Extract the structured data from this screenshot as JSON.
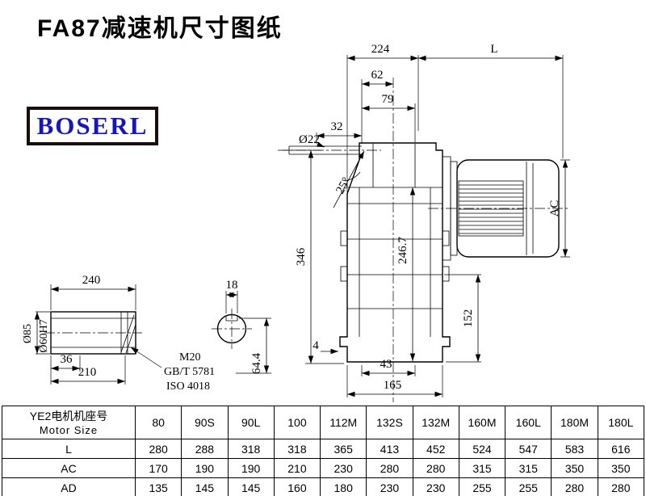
{
  "page": {
    "title": "FA87减速机尺寸图纸",
    "logo": "BOSERL"
  },
  "drawing": {
    "dims": {
      "top_width": "224",
      "motor_length": "L",
      "d62": "62",
      "d79": "79",
      "d32": "32",
      "shaft_dia": "Ø22",
      "angle": "25°",
      "height_346": "346",
      "d246_7": "246.7",
      "motor_height": "AC",
      "d152": "152",
      "d4": "4",
      "d43": "43",
      "d165": "165",
      "shaft_length": "240",
      "key_width": "18",
      "dia_85": "Ø85",
      "dia_60": "Ø60H7",
      "d36": "36",
      "d210": "210",
      "d64_4": "64.4",
      "thread": "M20",
      "std_gb": "GB/T 5781",
      "std_iso": "ISO 4018"
    }
  },
  "table": {
    "header_cn": "YE2电机机座号",
    "header_en": "Motor Size",
    "sizes": [
      "80",
      "90S",
      "90L",
      "100",
      "112M",
      "132S",
      "132M",
      "160M",
      "160L",
      "180M",
      "180L"
    ],
    "rows": [
      {
        "label": "L",
        "values": [
          "280",
          "288",
          "318",
          "318",
          "365",
          "413",
          "452",
          "524",
          "547",
          "583",
          "616"
        ]
      },
      {
        "label": "AC",
        "values": [
          "170",
          "190",
          "190",
          "210",
          "230",
          "280",
          "280",
          "315",
          "315",
          "350",
          "350"
        ]
      },
      {
        "label": "AD",
        "values": [
          "135",
          "145",
          "145",
          "160",
          "180",
          "230",
          "230",
          "255",
          "255",
          "280",
          "280"
        ]
      }
    ]
  }
}
